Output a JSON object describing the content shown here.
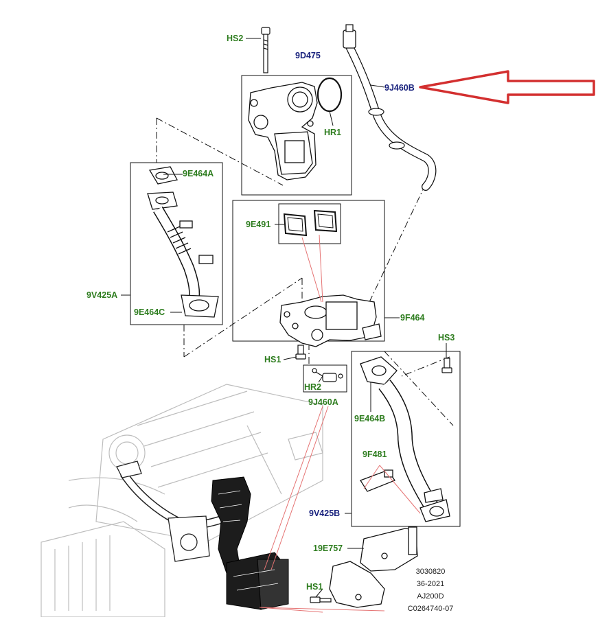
{
  "labels": {
    "hs2": "HS2",
    "d9d475": "9D475",
    "hr1": "HR1",
    "j9j460b": "9J460B",
    "e9e464a": "9E464A",
    "e9e491": "9E491",
    "v9v425a": "9V425A",
    "e9e464c": "9E464C",
    "f9f464": "9F464",
    "hs3": "HS3",
    "hs1_top": "HS1",
    "hr2": "HR2",
    "j9j460a": "9J460A",
    "e9e464b": "9E464B",
    "f9f481": "9F481",
    "v9v425b": "9V425B",
    "e19e757": "19E757",
    "hs1_bottom": "HS1"
  },
  "reference": {
    "line1": "3030820",
    "line2": "36-2021",
    "line3": "AJ200D",
    "line4": "C0264740-07"
  },
  "colors": {
    "label_green": "#2e7d1f",
    "label_blue": "#1a237e",
    "arrow_red": "#d32f2f",
    "leader_red": "#e57373"
  }
}
